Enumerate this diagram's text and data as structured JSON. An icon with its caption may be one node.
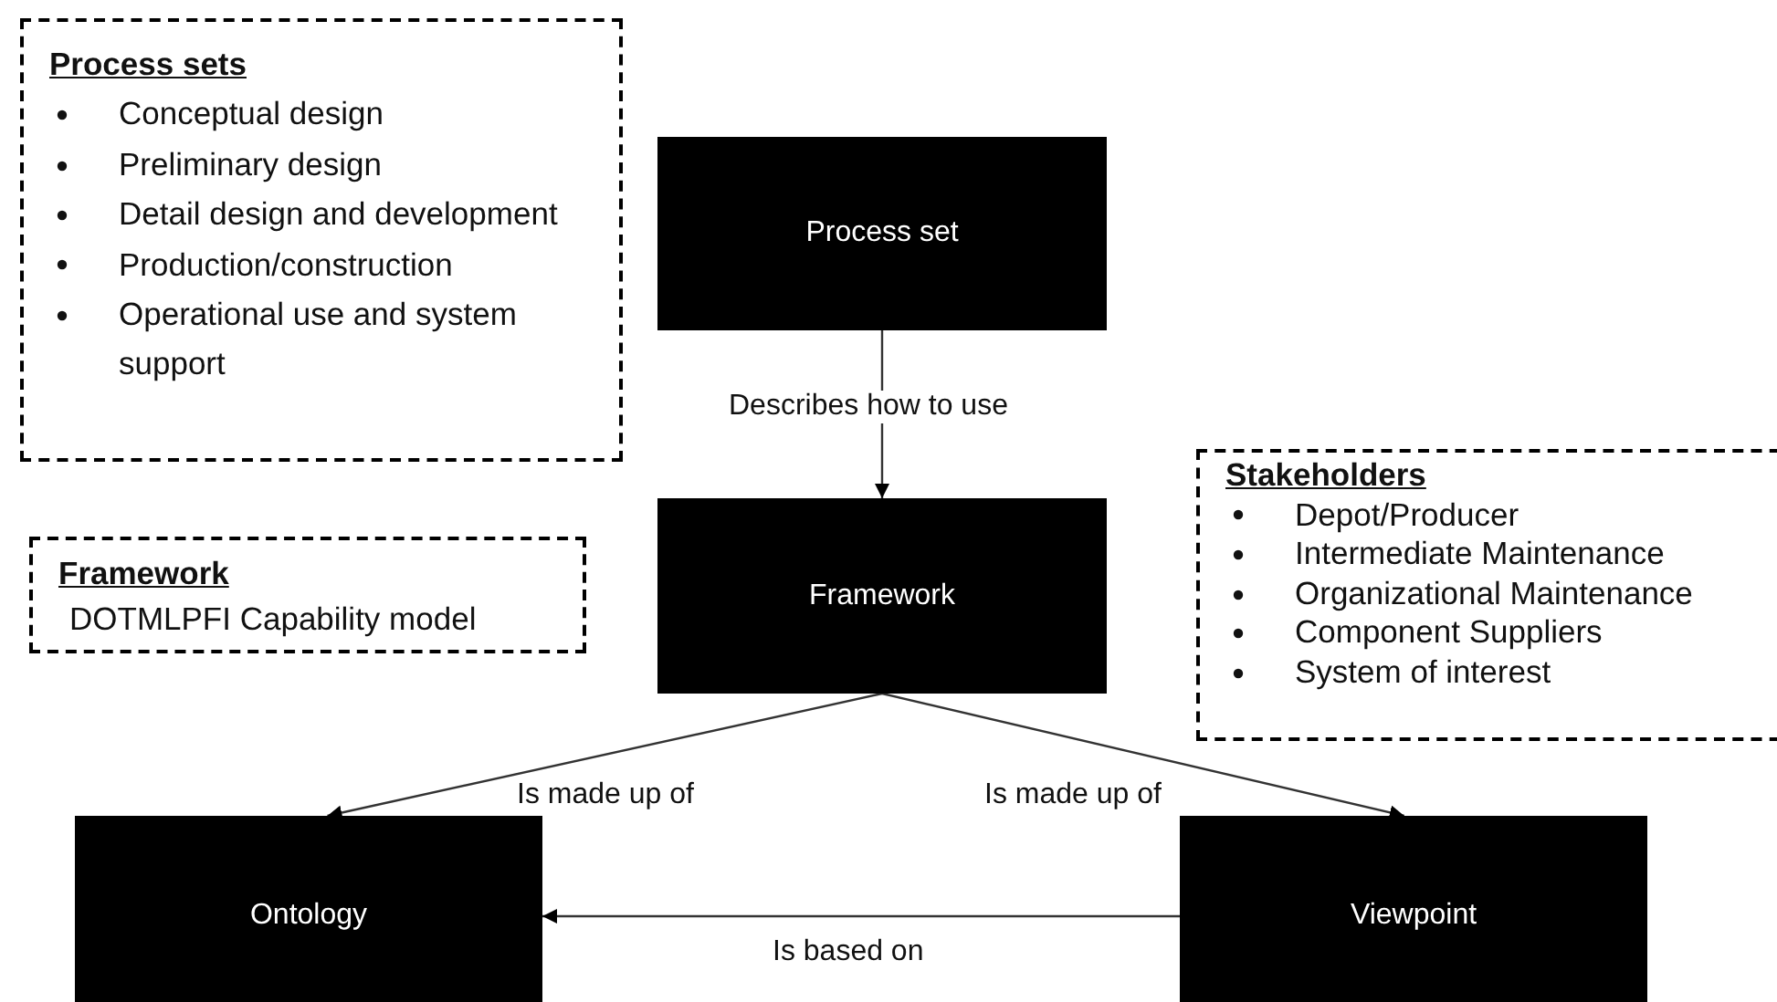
{
  "diagram": {
    "nodes": [
      {
        "text": [
          "Process sets",
          "Conceptual design",
          "Preliminary design",
          "Detail design and development",
          "Production/construction",
          "Operational use and system support"
        ]
      },
      {
        "text": [
          "Process set"
        ]
      },
      {
        "text": [
          "Stakeholders",
          "Depot/Producer",
          "Intermediate Maintenance",
          "Organizational Maintenance",
          "Component Suppliers",
          "System of interest"
        ]
      },
      {
        "text": [
          "Framework",
          "DOTMLPFI Capability model"
        ]
      },
      {
        "text": [
          "Framework"
        ]
      },
      {
        "text": [
          "Ontology"
        ]
      },
      {
        "text": [
          "Viewpoint"
        ]
      }
    ],
    "edges": [
      {
        "from": 1,
        "to": 4,
        "arrow": "to",
        "label": "Describes how to use"
      },
      {
        "from": 4,
        "to": 5,
        "arrow": "to",
        "label": "Is made up of"
      },
      {
        "from": 4,
        "to": 6,
        "arrow": "to",
        "label": "Is made up of"
      },
      {
        "from": 6,
        "to": 5,
        "arrow": "to",
        "label": "Is based on"
      }
    ]
  }
}
